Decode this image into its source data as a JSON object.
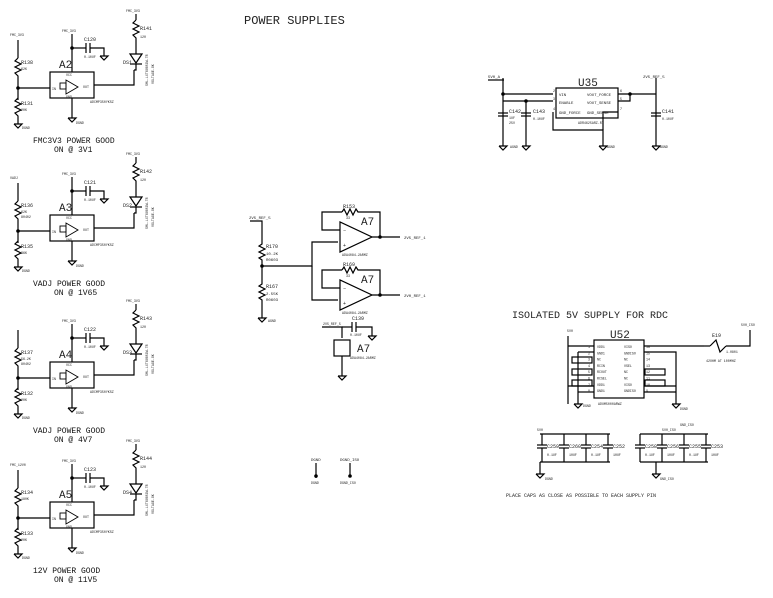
{
  "title": "POWER SUPPLIES",
  "pg_blocks": [
    {
      "ref": "A2",
      "top_net": "FMC_3V3",
      "in_net": "FMC_3V3",
      "led_net": "FMC_3V3",
      "rtop": "R138",
      "rtop_val": "62K",
      "rbot": "R131",
      "rbot_val": "20K",
      "cap": "C120",
      "cap_val": "0.10UF",
      "rled": "R141",
      "rled_val": "120",
      "led": "DS1",
      "led_part": "SML-LXT0805GW-TR",
      "led_desc": "VOLTAGE-OK",
      "part": "ADCMP350YKSZ",
      "vcc": "VCC",
      "gnd": "GND",
      "pin_in": "IN",
      "pin_out": "OUT",
      "dgnd": "DGND",
      "caption1": "FMC3V3 POWER GOOD",
      "caption2": "ON @ 3V1"
    },
    {
      "ref": "A3",
      "top_net": "VADJ",
      "in_net": "FMC_3V3",
      "led_net": "FMC_3V3",
      "rtop": "R136",
      "rtop_val": "62K",
      "rtop_val2": "80402",
      "rbot": "R135",
      "rbot_val": "36K",
      "cap": "C121",
      "cap_val": "0.10UF",
      "rled": "R142",
      "rled_val": "120",
      "led": "DS2",
      "led_part": "SML-LXT0805GW-TR",
      "led_desc": "VOLTAGE-OK",
      "part": "ADCMP350YKSZ",
      "vcc": "VCC",
      "gnd": "GND",
      "pin_in": "IN",
      "pin_out": "OUT",
      "dgnd": "DGND",
      "caption1": "VADJ POWER GOOD",
      "caption2": "ON @ 1V65"
    },
    {
      "ref": "A4",
      "top_net": "",
      "in_net": "FMC_3V3",
      "led_net": "FMC_3V3",
      "rtop": "R137",
      "rtop_val": "56.2K",
      "rtop_val2": "80402",
      "rbot": "R132",
      "rbot_val": "20K",
      "cap": "C122",
      "cap_val": "0.10UF",
      "rled": "R143",
      "rled_val": "120",
      "led": "DS3",
      "led_part": "SML-LXT0805GW-TR",
      "led_desc": "VOLTAGE-OK",
      "part": "ADCMP350YKSZ",
      "vcc": "VCC",
      "gnd": "GND",
      "pin_in": "IN",
      "pin_out": "OUT",
      "dgnd": "DGND",
      "caption1": "VADJ POWER GOOD",
      "caption2": "ON @ 4V7"
    },
    {
      "ref": "A5",
      "top_net": "FMC_12V0",
      "in_net": "FMC_3V3",
      "led_net": "FMC_3V3",
      "rtop": "R134",
      "rtop_val": "180K",
      "rbot": "R133",
      "rbot_val": "20K",
      "cap": "C123",
      "cap_val": "0.10UF",
      "rled": "R144",
      "rled_val": "120",
      "led": "DS4",
      "led_part": "SML-LXT0805GW-TR",
      "led_desc": "VOLTAGE-OK",
      "part": "ADCMP350YKSZ",
      "vcc": "VCC",
      "gnd": "GND",
      "pin_in": "IN",
      "pin_out": "OUT",
      "dgnd": "DGND",
      "caption1": "12V POWER GOOD",
      "caption2": "ON @ 11V5"
    }
  ],
  "divider": {
    "net_in": "2V5_REF_5",
    "r1": "R170",
    "r1_val": "10.2K",
    "r1_pkg": "R0603",
    "r2": "R167",
    "r2_val": "2.55K",
    "r2_pkg": "R0603",
    "agnd": "AGND",
    "amp1_ref": "A7",
    "amp1_fb": "R153",
    "amp1_fb_val": "33",
    "amp1_part": "ADA4084-2ARMZ",
    "amp1_out": "2V5_REF_1",
    "amp2_ref": "A7",
    "amp2_fb": "R169",
    "amp2_fb_val": "33",
    "amp2_part": "ADA4084-2ARMZ",
    "amp2_out": "2V0_REF_1",
    "amp3_ref": "A7",
    "amp3_cap": "C139",
    "amp3_cap_val": "0.10UF",
    "amp3_supply": "2V5_REF_5",
    "amp3_part": "ADA4084-2ARMZ"
  },
  "u35": {
    "ref": "U35",
    "net_in": "5V0_A",
    "net_out": "2V5_REF_5",
    "part": "ADR4625ARZ-R7",
    "pins": [
      "VIN",
      "ENABLE",
      "GND_FORCE",
      "VOUT_FORCE",
      "VOUT_SENSE",
      "GND_SENSE"
    ],
    "pin_nums": [
      "2",
      "3",
      "4",
      "6",
      "5",
      "7"
    ],
    "c1": "C142",
    "c1_val": "1UF",
    "c1_v": "25V",
    "c2": "C143",
    "c2_val": "0.10UF",
    "c3": "C141",
    "c3_val": "0.10UF",
    "agnd": "AGND"
  },
  "iso": {
    "title": "ISOLATED 5V SUPPLY FOR RDC",
    "ref": "U52",
    "net_in": "5V0",
    "net_out": "5V0_ISO",
    "part": "ADUM5000ARWZ",
    "pins_left": [
      "VDD1",
      "GND1",
      "NC",
      "RCIN",
      "RCOUT",
      "RCSEL",
      "VDD1",
      "GND1"
    ],
    "pins_right": [
      "VISO",
      "GNDISO",
      "NC",
      "VSEL",
      "NC",
      "NC",
      "VISO",
      "GNDISO"
    ],
    "pin_nums_left": [
      "1",
      "2",
      "3",
      "4",
      "5",
      "6",
      "7",
      "8"
    ],
    "pin_nums_right": [
      "16",
      "15",
      "14",
      "13",
      "12",
      "11",
      "10",
      "9"
    ],
    "ferrite": "E19",
    "ferrite_desc": "42OHM AT 100MHZ",
    "ferrite_tag": "1.0801",
    "dgnd": "DGND",
    "gnd_iso": "GND_ISO",
    "caps_left": [
      {
        "ref": "C259",
        "val": "0.1UF"
      },
      {
        "ref": "C260",
        "val": "10UF"
      },
      {
        "ref": "C254",
        "val": "0.1UF"
      },
      {
        "ref": "C252",
        "val": "10UF"
      }
    ],
    "caps_right": [
      {
        "ref": "C258",
        "val": "0.1UF"
      },
      {
        "ref": "C256",
        "val": "10UF"
      },
      {
        "ref": "C255",
        "val": "0.1UF"
      },
      {
        "ref": "C253",
        "val": "10UF"
      }
    ],
    "net_caps_left": "5V0",
    "net_caps_right": "5V0_ISO",
    "note": "PLACE CAPS AS CLOSE AS POSSIBLE TO EACH SUPPLY PIN"
  },
  "ground_symbols": {
    "dgnd": "DGND",
    "dgnd_iso": "DGND_ISO",
    "dgnd_lbl": "DGND",
    "iso_lbl": "DGND_ISO"
  }
}
